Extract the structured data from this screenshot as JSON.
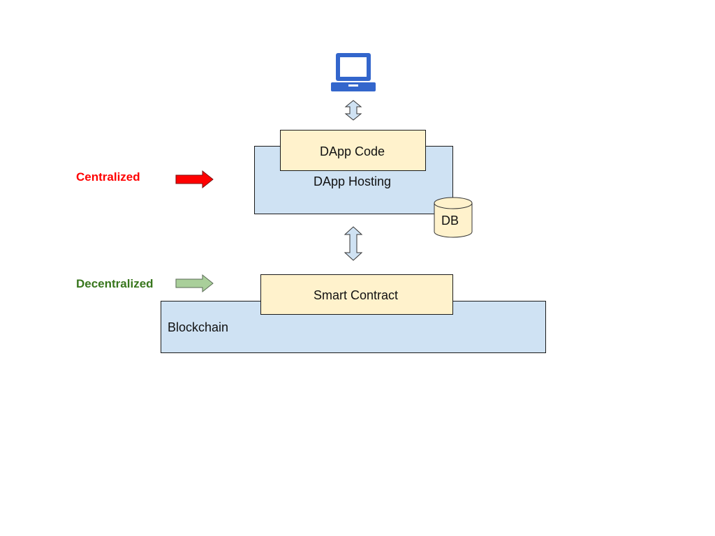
{
  "labels": {
    "centralized": "Centralized",
    "decentralized": "Decentralized"
  },
  "boxes": {
    "dapp_code": "DApp Code",
    "dapp_hosting": "DApp Hosting",
    "db": "DB",
    "smart_contract": "Smart Contract",
    "blockchain": "Blockchain"
  },
  "colors": {
    "centralized": "#ff0000",
    "decentralized": "#38761d",
    "box_blue": "#cfe2f3",
    "box_cream": "#fff2cc",
    "laptop": "#3366cc",
    "arrow_red": "#ff0000",
    "arrow_green": "#a9cf9a"
  },
  "icons": {
    "user_device": "laptop-icon"
  }
}
